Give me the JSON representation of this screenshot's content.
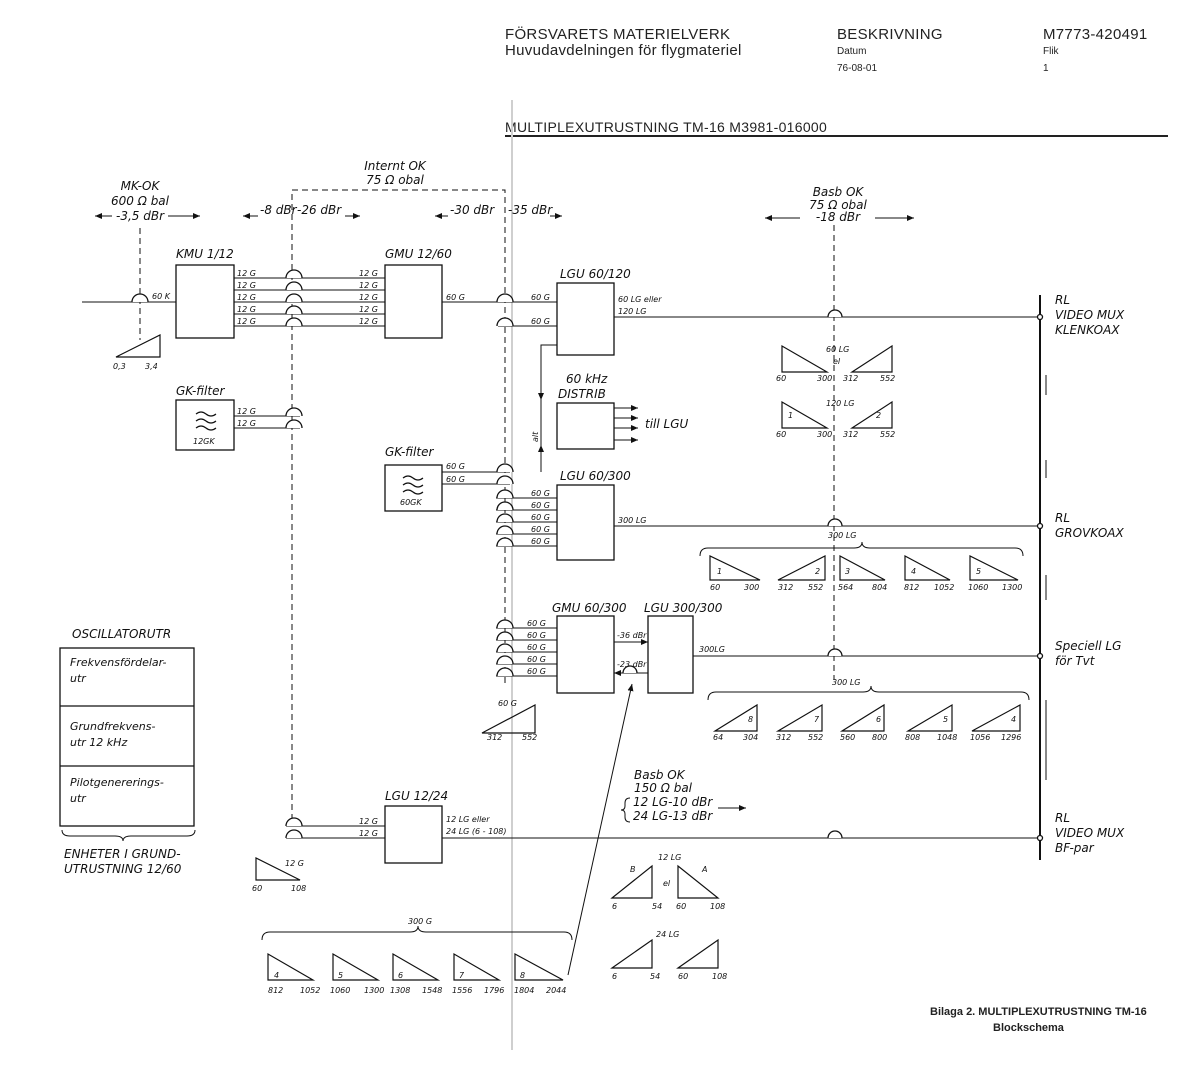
{
  "header": {
    "org": "FÖRSVARETS MATERIELVERK",
    "division": "Huvudavdelningen för flygmateriel",
    "doc_type": "BESKRIVNING",
    "doc_number": "M7773-420491",
    "date_label": "Datum",
    "date_value": "76-08-01",
    "tab_label": "Flik",
    "tab_value": "1",
    "subject": "MULTIPLEXUTRUSTNING TM-16 M3981-016000"
  },
  "levels": {
    "mk_ok": [
      "MK-OK",
      "600 Ω bal",
      "-3,5 dBr"
    ],
    "internt_ok": [
      "Internt OK",
      "75 Ω obal"
    ],
    "basb_ok_top": [
      "Basb OK",
      "75 Ω obal",
      "-18 dBr"
    ],
    "level_8": "-8 dBr",
    "level_26": "-26 dBr",
    "level_30": "-30 dBr",
    "level_35": "-35 dBr",
    "basb_ok_bottom": [
      "Basb OK",
      "150 Ω bal",
      "12 LG-10 dBr",
      "24 LG-13 dBr"
    ]
  },
  "blocks": {
    "kmu": "KMU 1/12",
    "gmu_12_60": "GMU 12/60",
    "gk_filter_1": "GK-filter",
    "gk_filter_1_sub": "12GK",
    "gk_filter_2": "GK-filter",
    "gk_filter_2_sub": "60GK",
    "lgu_60_120": "LGU 60/120",
    "distrib_title": "60 kHz",
    "distrib": "DISTRIB",
    "till_lgu": "till LGU",
    "lgu_60_300": "LGU 60/300",
    "gmu_60_300": "GMU 60/300",
    "lgu_300_300": "LGU 300/300",
    "lgu_12_24": "LGU 12/24",
    "alt": "alt"
  },
  "signals": {
    "g12": "12 G",
    "g60": "60 G",
    "k60": "60 K",
    "lg_60_120": [
      "60 LG eller",
      "120 LG"
    ],
    "lg300": "300 LG",
    "lg300_gmu": "300LG",
    "lg300_under": "300 LG",
    "db36": "-36 dBr",
    "db23": "-23 dBr",
    "lg_12_24": [
      "12 LG eller",
      "24 LG (6 - 108)"
    ],
    "g300": "300 G",
    "lg12": "12 LG",
    "lg24": "24 LG",
    "el": "el",
    "lg60_el": "60 LG",
    "lg120": "120 LG"
  },
  "outputs": {
    "klenkoax": [
      "RL",
      "VIDEO MUX",
      "KLENKOAX"
    ],
    "grovkoax": [
      "RL",
      "GROVKOAX"
    ],
    "speciell": [
      "Speciell LG",
      "för Tvt"
    ],
    "bf_par": [
      "RL",
      "VIDEO MUX",
      "BF-par"
    ]
  },
  "spectra": {
    "kmu": [
      "0,3",
      "3,4"
    ],
    "lgu60_120_a": [
      "60",
      "300",
      "312",
      "552"
    ],
    "lgu60_120_b": [
      "1",
      "60",
      "300",
      "2",
      "312",
      "552"
    ],
    "lgu60_300": [
      {
        "n": "1",
        "lo": "60",
        "hi": "300"
      },
      {
        "n": "2",
        "lo": "312",
        "hi": "552"
      },
      {
        "n": "3",
        "lo": "564",
        "hi": "804"
      },
      {
        "n": "4",
        "lo": "812",
        "hi": "1052"
      },
      {
        "n": "5",
        "lo": "1060",
        "hi": "1300"
      }
    ],
    "gmu60_300_in": [
      "312",
      "552"
    ],
    "lgu300_300": [
      {
        "n": "8",
        "lo": "64",
        "hi": "304"
      },
      {
        "n": "7",
        "lo": "312",
        "hi": "552"
      },
      {
        "n": "6",
        "lo": "560",
        "hi": "800"
      },
      {
        "n": "5",
        "lo": "808",
        "hi": "1048"
      },
      {
        "n": "4",
        "lo": "1056",
        "hi": "1296"
      }
    ],
    "lgu12_24_in": [
      "60",
      "108"
    ],
    "g300_groups": [
      {
        "n": "4",
        "lo": "812",
        "hi": "1052"
      },
      {
        "n": "5",
        "lo": "1060",
        "hi": "1300"
      },
      {
        "n": "6",
        "lo": "1308",
        "hi": "1548"
      },
      {
        "n": "7",
        "lo": "1556",
        "hi": "1796"
      },
      {
        "n": "8",
        "lo": "1804",
        "hi": "2044"
      }
    ],
    "lg12_b": [
      "B",
      "6",
      "54"
    ],
    "lg12_a": [
      "A",
      "60",
      "108"
    ],
    "lg24": [
      "6",
      "54",
      "60",
      "108"
    ]
  },
  "oscillator": {
    "title": "OSCILLATORUTR",
    "items": [
      "Frekvensfördelar-",
      "utr",
      "Grundfrekvens-",
      "utr  12 kHz",
      "Pilotgenererings-",
      "utr"
    ],
    "caption": [
      "ENHETER I GRUND-",
      "UTRUSTNING  12/60"
    ]
  },
  "footer": {
    "title": "Bilaga 2. MULTIPLEXUTRUSTNING TM-16",
    "subtitle": "Blockschema"
  }
}
